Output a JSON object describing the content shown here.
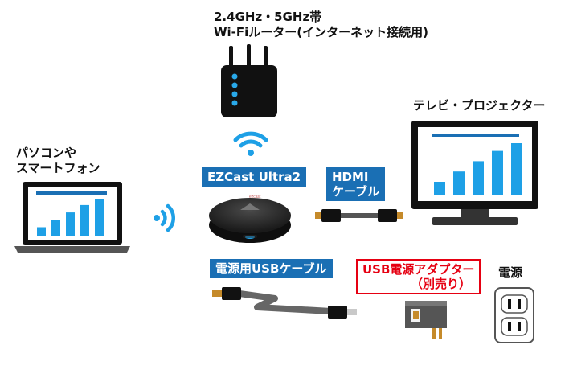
{
  "labels": {
    "router_line1": "2.4GHz・5GHz帯",
    "router_line2": "Wi-Fiルーター(インターネット接続用)",
    "pc_line1": "パソコンや",
    "pc_line2": "スマートフォン",
    "tv": "テレビ・プロジェクター",
    "power": "電源"
  },
  "badges": {
    "device": "EZCast Ultra2",
    "hdmi_line1": "HDMI",
    "hdmi_line2": "ケーブル",
    "usb_cable": "電源用USBケーブル"
  },
  "adapter": {
    "line1": "USB電源アダプター",
    "line2": "（別売り）"
  },
  "device_logo": "ezcast",
  "colors": {
    "accent_blue": "#1a6fb4",
    "wifi_blue": "#1ea0e6",
    "red": "#e60012",
    "dark": "#111111"
  },
  "chart_icon": {
    "bars": [
      0.25,
      0.45,
      0.65,
      0.85,
      1.0
    ]
  }
}
